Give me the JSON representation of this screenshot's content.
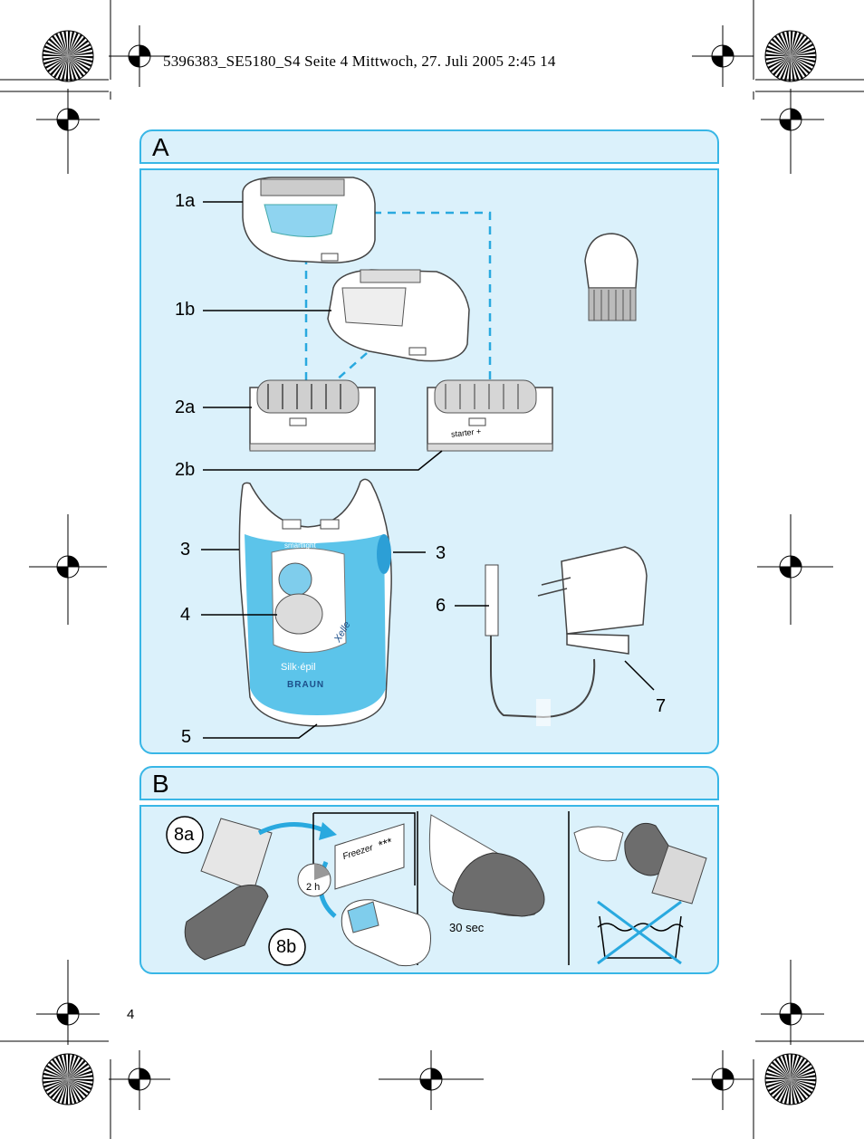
{
  "header": {
    "text": "5396383_SE5180_S4  Seite 4  Mittwoch, 27. Juli 2005  2:45 14"
  },
  "section_a": {
    "letter": "A",
    "callouts": {
      "c1a": "1a",
      "c1b": "1b",
      "c2a": "2a",
      "c2b": "2b",
      "c3left": "3",
      "c3right": "3",
      "c4": "4",
      "c5": "5",
      "c6": "6",
      "c7": "7"
    },
    "product_text": {
      "starter": "starter +",
      "smartlight": "smartlight",
      "brand_line": "Silk·épil",
      "maker": "BRAUN",
      "model": "Xelle"
    }
  },
  "section_b": {
    "letter": "B",
    "callouts": {
      "c8a": "8a",
      "c8b": "8b"
    },
    "freezer_label": "Freezer",
    "freezer_stars": "***",
    "time_2h": "2 h",
    "time_30s": "30 sec"
  },
  "page_number": "4",
  "colors": {
    "accent": "#38b6e6",
    "panel_bg": "#dbf1fb",
    "device_blue": "#5cc4ea"
  }
}
